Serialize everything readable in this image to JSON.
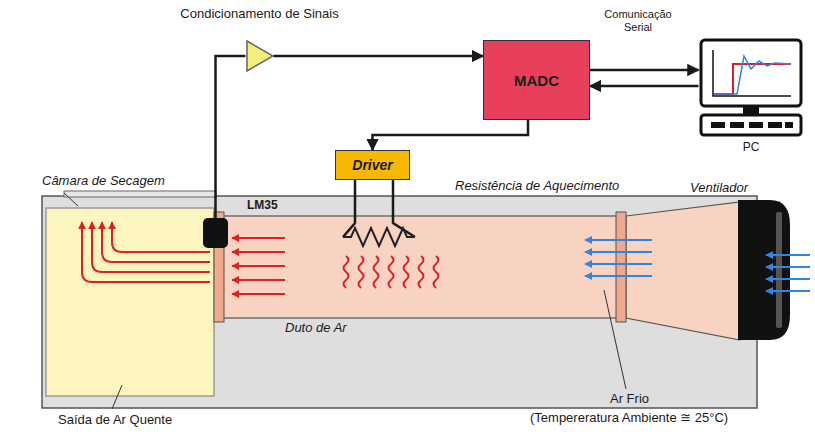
{
  "diagram": {
    "nodes": [
      {
        "text": [
          "Condicionamento de Sinais"
        ]
      },
      {
        "text": [
          "MADC"
        ]
      },
      {
        "text": [
          "PC"
        ]
      },
      {
        "text": [
          "Driver"
        ]
      },
      {
        "text": [
          "Resistência de Aquecimento"
        ]
      },
      {
        "text": [
          "LM35"
        ]
      }
    ],
    "edges": [
      {
        "from": 5,
        "to": 0,
        "arrow": "none"
      },
      {
        "from": 0,
        "to": 1,
        "arrow": "to"
      },
      {
        "from": 1,
        "to": 2,
        "arrow": "to",
        "label": "Comunicação Serial"
      },
      {
        "from": 2,
        "to": 1,
        "arrow": "to"
      },
      {
        "from": 1,
        "to": 3,
        "arrow": "to"
      },
      {
        "from": 3,
        "to": 4,
        "arrow": "none"
      }
    ],
    "labels": [
      "Câmara de Secagem",
      "Ventilador",
      "Duto de Ar",
      "Saída de Ar Quente",
      "Ar Frio",
      "(Tempereratura Ambiente ≅ 25°C)"
    ]
  }
}
